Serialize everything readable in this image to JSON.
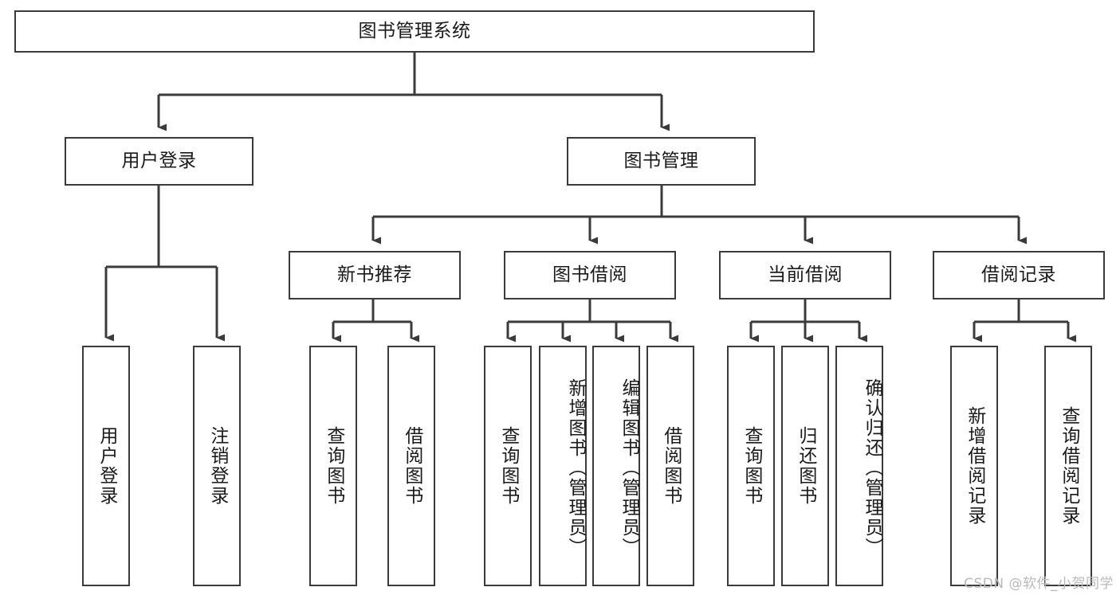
{
  "diagram": {
    "type": "tree-hierarchy",
    "title": "图书管理系统",
    "orientation": "top-down",
    "colors": {
      "background": "#ffffff",
      "stroke": "#3b3b3b",
      "text": "#1a1a1a",
      "watermark": "#b9b9b9"
    },
    "levels": {
      "root": {
        "label": "图书管理系统"
      },
      "level2": [
        {
          "id": "user-login",
          "label": "用户登录"
        },
        {
          "id": "book-manage",
          "label": "图书管理"
        }
      ],
      "level3": [
        {
          "id": "new-book-recommend",
          "label": "新书推荐",
          "parent": "book-manage"
        },
        {
          "id": "book-borrow",
          "label": "图书借阅",
          "parent": "book-manage"
        },
        {
          "id": "current-borrow",
          "label": "当前借阅",
          "parent": "book-manage"
        },
        {
          "id": "borrow-record",
          "label": "借阅记录",
          "parent": "book-manage"
        }
      ],
      "leaves": [
        {
          "id": "leaf-user-login",
          "label": "用户登录",
          "parent": "user-login"
        },
        {
          "id": "leaf-user-logout",
          "label": "注销登录",
          "parent": "user-login"
        },
        {
          "id": "leaf-query-book-1",
          "label": "查询图书",
          "parent": "new-book-recommend"
        },
        {
          "id": "leaf-borrow-book-1",
          "label": "借阅图书",
          "parent": "new-book-recommend"
        },
        {
          "id": "leaf-query-book-2",
          "label": "查询图书",
          "parent": "book-borrow"
        },
        {
          "id": "leaf-add-book",
          "label": "新增图书（管理员）",
          "parent": "book-borrow"
        },
        {
          "id": "leaf-edit-book",
          "label": "编辑图书（管理员）",
          "parent": "book-borrow"
        },
        {
          "id": "leaf-borrow-book-2",
          "label": "借阅图书",
          "parent": "book-borrow"
        },
        {
          "id": "leaf-query-book-3",
          "label": "查询图书",
          "parent": "current-borrow"
        },
        {
          "id": "leaf-return-book",
          "label": "归还图书",
          "parent": "current-borrow"
        },
        {
          "id": "leaf-confirm-return",
          "label": "确认归还（管理员）",
          "parent": "current-borrow"
        },
        {
          "id": "leaf-add-record",
          "label": "新增借阅记录",
          "parent": "borrow-record"
        },
        {
          "id": "leaf-query-record",
          "label": "查询借阅记录",
          "parent": "borrow-record"
        }
      ]
    },
    "watermark": "CSDN @软件_小贺同学"
  }
}
